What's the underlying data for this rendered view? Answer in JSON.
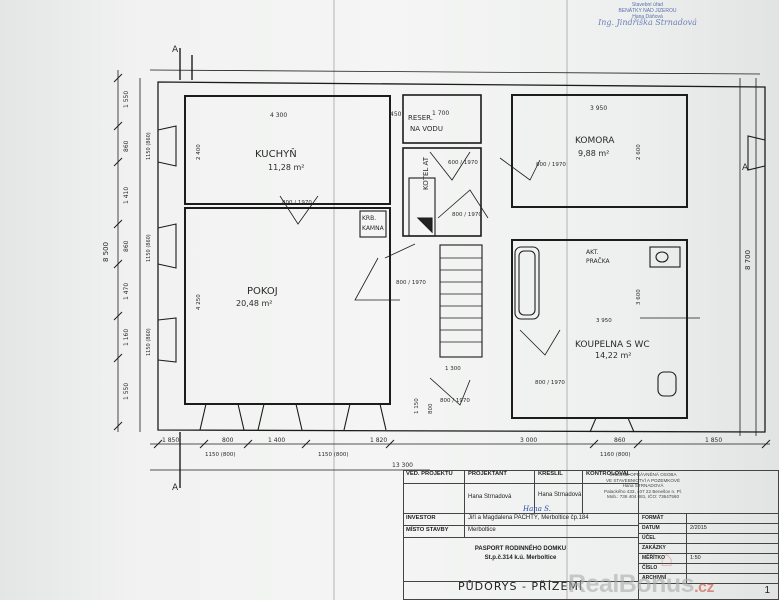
{
  "plan": {
    "rooms": {
      "kuchyn": {
        "name": "KUCHYŇ",
        "area": "11,28 m²"
      },
      "pokoj": {
        "name": "POKOJ",
        "area": "20,48 m²"
      },
      "komora": {
        "name": "KOMORA",
        "area": "9,88 m²"
      },
      "koupelna": {
        "name": "KOUPELNA S WC",
        "area": "14,22 m²"
      },
      "reser": {
        "line1": "RESER.",
        "line2": "NA VODU"
      },
      "kotel": {
        "name": "KOTEL AT"
      },
      "krb": {
        "line1": "KRB.",
        "line2": "KAMNA"
      },
      "pracka": {
        "line1": "AKT.",
        "line2": "PRAČKA"
      }
    },
    "dims_top": [
      "4 300",
      "450",
      "1 700",
      "3 950"
    ],
    "dims_bottom_outer": [
      "1 850",
      "800",
      "1 400",
      "1 820",
      "3 000",
      "860",
      "1 850"
    ],
    "dims_bottom_sub": [
      "1150 (800)",
      "1150 (800)",
      "1160 (800)"
    ],
    "total_bottom": "13 300",
    "dims_left_outer": [
      "1 550",
      "860",
      "1 410",
      "860",
      "1 470",
      "1 160",
      "1 550"
    ],
    "dims_left_total": "8 500",
    "dims_left_sub": [
      "1150 (860)",
      "1150 (860)",
      "1150 (860)"
    ],
    "dims_right_total": "8 700",
    "door_labels": [
      "800 / 1970",
      "800 / 1970",
      "800 / 1970",
      "800 / 1970",
      "800 / 1970",
      "800 / 1970",
      "600 / 1970"
    ],
    "inner_dims": [
      "2 400",
      "2 600",
      "4 250",
      "3 600",
      "3 950",
      "1 300",
      "1 150",
      "800"
    ],
    "section_marks": [
      "A",
      "A",
      "A"
    ]
  },
  "stamp_top": {
    "line1": "Stavební úřad",
    "line2": "BENÁTKY NAD JIZEROU",
    "line3": "Hana Dáňová",
    "signature": "Ing. Jindřiška Strnadová"
  },
  "title_block": {
    "ved_projektu": "VED. PROJEKTU",
    "projektant": "PROJEKTANT",
    "kreslil": "KRESLIL",
    "kontroloval": "KONTROLOVAL",
    "projektant_name": "Hana Strnadová",
    "kreslil_name": "Hana Strnadová",
    "signature": "Hana S.",
    "investor_label": "INVESTOR",
    "investor_value": "Jiří a Magdalena PACHTÝ, Merboltice čp.184",
    "misto_label": "MÍSTO STAVBY",
    "misto_value": "Merboltice",
    "passport_line1": "PASPORT RODINNÉHO DOMKU",
    "passport_line2": "St.p.č.314 k.ú. Merboltice",
    "format_label": "FORMÁT",
    "datum_label": "DATUM",
    "datum_value": "2/2015",
    "ucel_label": "ÚČEL",
    "zakazky_label": "ZAKÁZKY",
    "meritko_label": "MĚŘÍTKO",
    "meritko_value": "1:50",
    "cislo_label": "ČÍSLO",
    "archivni_label": "ARCHIVNÍ",
    "stamp_line1": "ÚŘEDNĚ OPRÁVNĚNÁ OSOBA",
    "stamp_line2": "VE STAVEBNICTVÍ A POZEMKOVÉ",
    "stamp_line3": "Hana STRNADOVÁ",
    "stamp_line4": "Palackého 433, 407 22 Benešov n. Pl.",
    "stamp_line5": "Mob.: 736 404 081, IČO: 73647560",
    "footer": "PŮDORYS - PŘÍZEMÍ",
    "sheet_no": "1"
  },
  "watermark": {
    "brand": "RealBonus",
    "tld": ".cz"
  }
}
